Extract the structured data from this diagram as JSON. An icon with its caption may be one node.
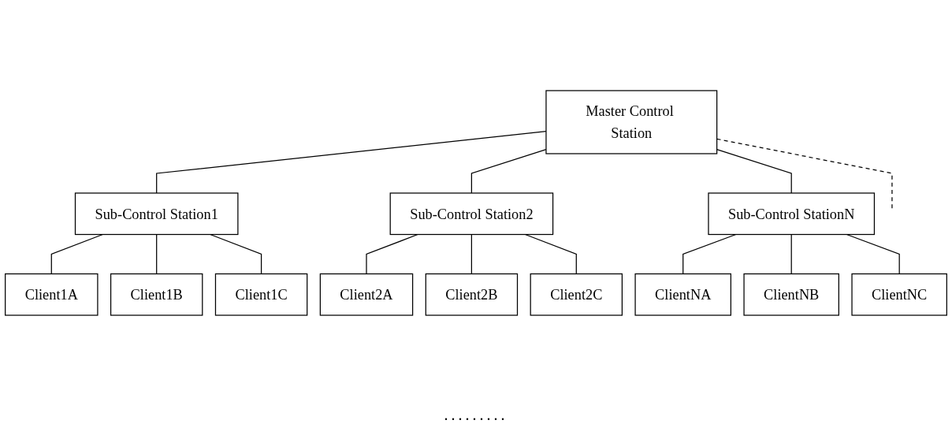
{
  "diagram": {
    "nodes": [
      {
        "text": [
          "Master Control Station"
        ]
      },
      {
        "text": [
          "Sub-Control Station1"
        ]
      },
      {
        "text": [
          "Sub-Control Station2"
        ]
      },
      {
        "text": [
          "Sub-Control StationN"
        ]
      },
      {
        "text": [
          "Client1A"
        ]
      },
      {
        "text": [
          "Client1B"
        ]
      },
      {
        "text": [
          "Client1C"
        ]
      },
      {
        "text": [
          "Client2A"
        ]
      },
      {
        "text": [
          "Client2B"
        ]
      },
      {
        "text": [
          "Client2C"
        ]
      },
      {
        "text": [
          "ClientNA"
        ]
      },
      {
        "text": [
          "ClientNB"
        ]
      },
      {
        "text": [
          "ClientNC"
        ]
      }
    ],
    "edges": [
      {
        "from": 0,
        "to": 1,
        "arrow": "none"
      },
      {
        "from": 0,
        "to": 2,
        "arrow": "none"
      },
      {
        "from": 0,
        "to": null,
        "arrow": "none",
        "style": "dashed"
      },
      {
        "from": 0,
        "to": 3,
        "arrow": "none"
      },
      {
        "from": 1,
        "to": 4,
        "arrow": "none"
      },
      {
        "from": 1,
        "to": 5,
        "arrow": "none"
      },
      {
        "from": 1,
        "to": 6,
        "arrow": "none"
      },
      {
        "from": 2,
        "to": 7,
        "arrow": "none"
      },
      {
        "from": 2,
        "to": 8,
        "arrow": "none"
      },
      {
        "from": 2,
        "to": 9,
        "arrow": "none"
      },
      {
        "from": 3,
        "to": 10,
        "arrow": "none"
      },
      {
        "from": 3,
        "to": 11,
        "arrow": "none"
      },
      {
        "from": 3,
        "to": 12,
        "arrow": "none"
      }
    ],
    "labels": [
      "........."
    ]
  }
}
